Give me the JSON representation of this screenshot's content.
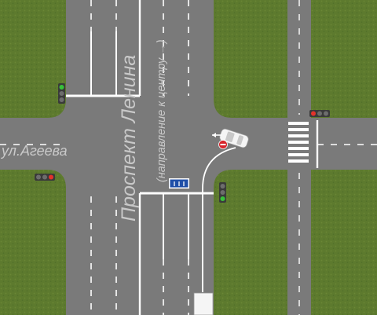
{
  "street_labels": {
    "avenue_name": "Проспект Ленина",
    "avenue_direction": "(направление к центру →)",
    "side_street": "ул.Агеева"
  },
  "traffic_lights": [
    {
      "id": "north-west",
      "orientation": "vertical",
      "active": "green"
    },
    {
      "id": "east",
      "orientation": "horizontal",
      "active": "red"
    },
    {
      "id": "west",
      "orientation": "horizontal",
      "active": "red"
    },
    {
      "id": "south",
      "orientation": "vertical",
      "active": "green"
    }
  ],
  "colors": {
    "grass": "#5d7a2e",
    "asphalt": "#7a7a7a",
    "marking": "#ffffff",
    "label": "#c9c9c9",
    "signal_green": "#37c23a",
    "signal_red": "#e4322b",
    "signal_off": "#6d6d6d",
    "sign_blue": "#1f4fa8",
    "sign_red": "#d7262c"
  },
  "icons": {
    "lane_sign": "lane-direction-sign-icon",
    "no_entry": "no-entry-sign-icon",
    "vehicle": "car-icon"
  }
}
